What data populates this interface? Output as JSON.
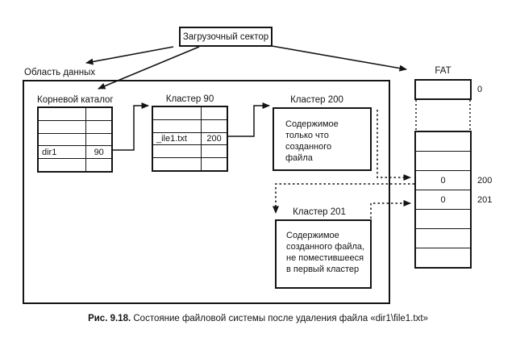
{
  "boot_sector": {
    "label": "Загрузочный сектор"
  },
  "data_area": {
    "label": "Область данных"
  },
  "root_dir": {
    "title": "Корневой каталог",
    "rows": [
      {
        "name": "",
        "val": ""
      },
      {
        "name": "",
        "val": ""
      },
      {
        "name": "",
        "val": ""
      },
      {
        "name": "dir1",
        "val": "90"
      },
      {
        "name": "",
        "val": ""
      }
    ]
  },
  "cluster90": {
    "title": "Кластер 90",
    "rows": [
      {
        "name": "",
        "val": ""
      },
      {
        "name": "",
        "val": ""
      },
      {
        "name": "_ile1.txt",
        "val": "200"
      },
      {
        "name": "",
        "val": ""
      },
      {
        "name": "",
        "val": ""
      }
    ]
  },
  "cluster200": {
    "title": "Кластер 200",
    "lines": [
      "Содержимое",
      "только что",
      "созданного",
      "файла"
    ]
  },
  "cluster201": {
    "title": "Кластер 201",
    "lines": [
      "Содержимое",
      "созданного файла,",
      "не поместившееся",
      "в первый кластер"
    ]
  },
  "fat": {
    "title": "FAT",
    "top_cell": {
      "value": "",
      "index_label": "0"
    },
    "rows": [
      {
        "value": "",
        "index_label": ""
      },
      {
        "value": "",
        "index_label": ""
      },
      {
        "value": "0",
        "index_label": "200"
      },
      {
        "value": "0",
        "index_label": "201"
      },
      {
        "value": "",
        "index_label": ""
      },
      {
        "value": "",
        "index_label": ""
      },
      {
        "value": "",
        "index_label": ""
      }
    ]
  },
  "caption": {
    "figure_label": "Рис. 9.18.",
    "text": "Состояние файловой системы после удаления файла «dir1\\file1.txt»"
  },
  "colors": {
    "line": "#141414",
    "background": "#ffffff"
  }
}
